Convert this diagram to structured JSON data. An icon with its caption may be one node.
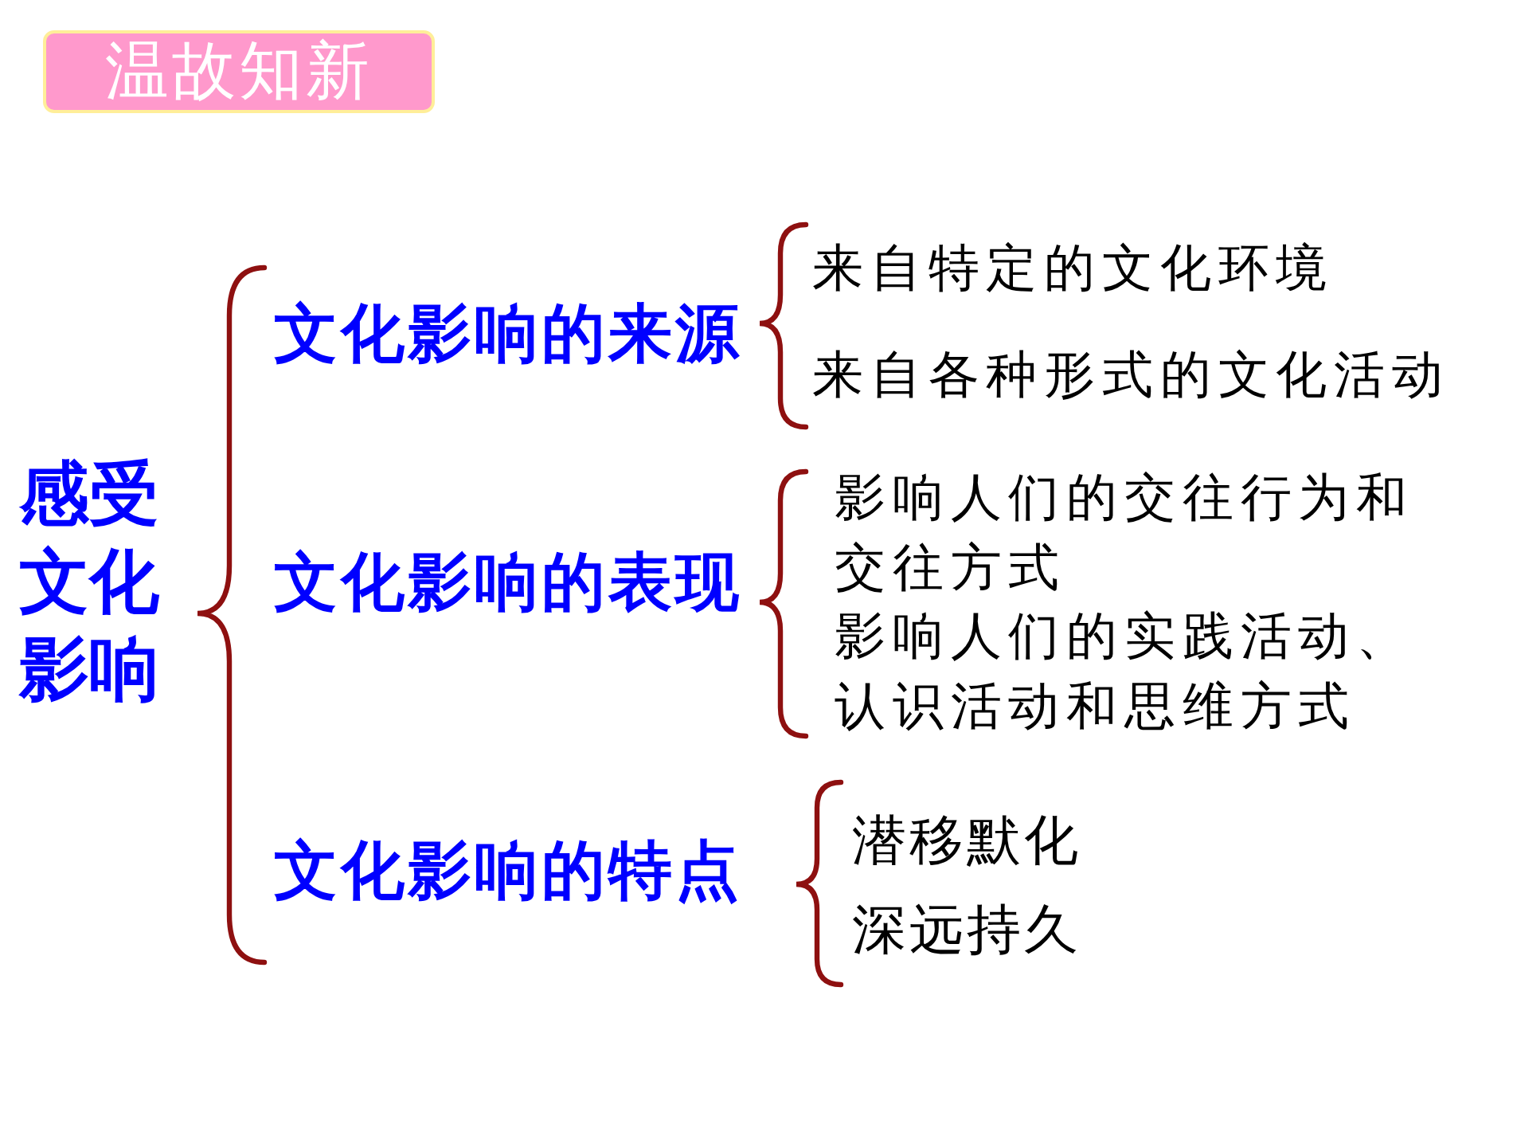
{
  "diagram": {
    "title": "温故知新",
    "labels": [
      "感受文化影响",
      "文化影响的来源",
      "来自特定的文化环境",
      "来自各种形式的文化活动",
      "文化影响的表现",
      "影响人们的交往行为和交往方式",
      "影响人们的实践活动、认识活动和思维方式",
      "文化影响的特点",
      "潜移默化",
      "深远持久"
    ]
  }
}
